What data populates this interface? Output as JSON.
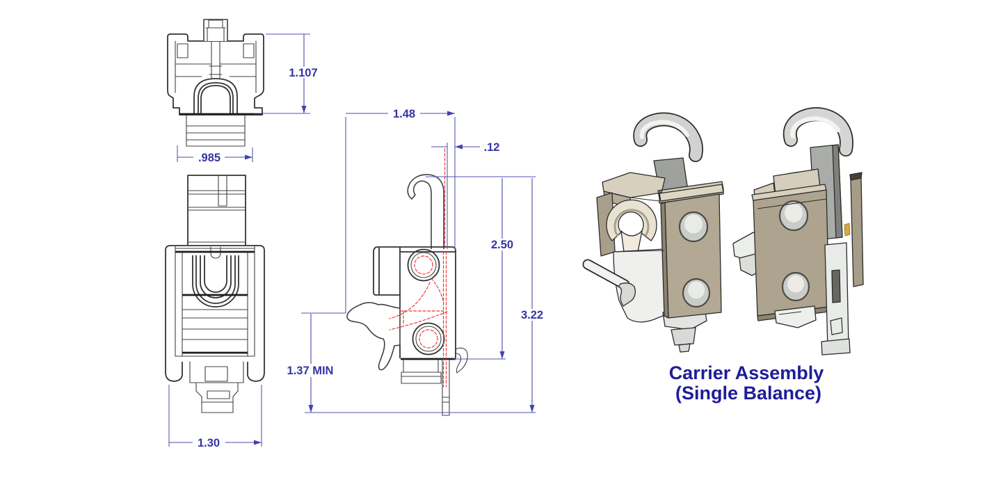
{
  "views": {
    "front_top": {
      "dims": {
        "height": "1.107",
        "width": ".985"
      }
    },
    "front_bottom": {
      "dims": {
        "width": "1.30"
      }
    },
    "side": {
      "dims": {
        "width": "1.48",
        "hook_offset": ".12",
        "upper_height": "2.50",
        "overall_height": "3.22",
        "min_extension": "1.37 MIN"
      }
    }
  },
  "caption": {
    "line1": "Carrier Assembly",
    "line2": "(Single Balance)"
  },
  "colors": {
    "dimension_text": "#3434a6",
    "dimension_line": "#4a4aac",
    "caption_text": "#1d1d99",
    "hidden_line": "#ee3333",
    "outline": "#404040",
    "metal_tan_face": "#aea48f",
    "metal_tan_top": "#d8d0be",
    "plastic_white": "#eff0ee",
    "hook_gray": "#d2d5d1",
    "gold_detail": "#d4a93c"
  }
}
